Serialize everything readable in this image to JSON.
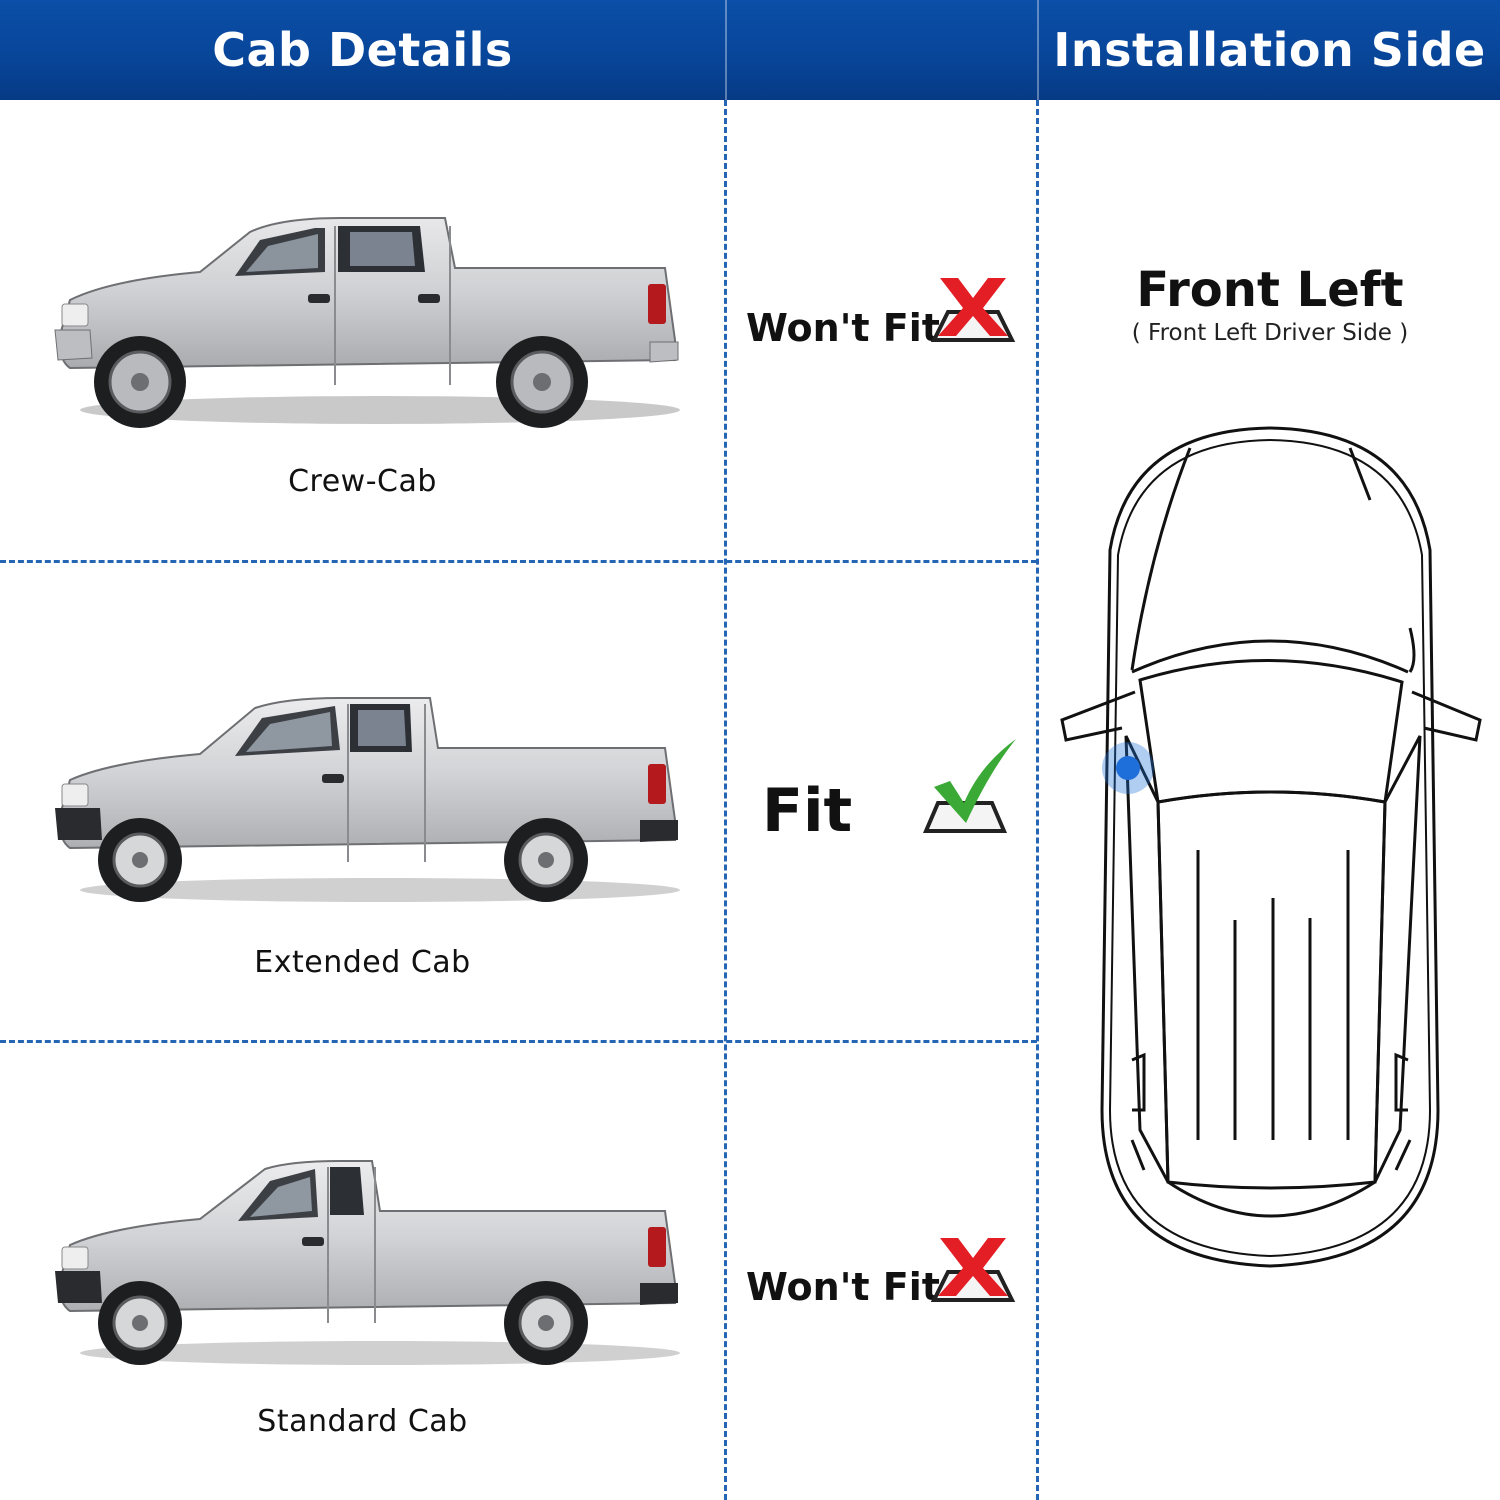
{
  "header": {
    "left_title": "Cab Details",
    "middle_title": "",
    "right_title": "Installation Side"
  },
  "rows": [
    {
      "cab": "Crew-Cab",
      "fit_label": "Won't Fit",
      "status": "wont-fit"
    },
    {
      "cab": "Extended Cab",
      "fit_label": "Fit",
      "status": "fit"
    },
    {
      "cab": "Standard Cab",
      "fit_label": "Won't Fit",
      "status": "wont-fit"
    }
  ],
  "installation": {
    "side": "Front Left",
    "detail": "( Front Left Driver Side )"
  },
  "colors": {
    "header_blue": "#08469a",
    "divider_blue": "#2466b3",
    "cross_red": "#e31e24",
    "check_green": "#3aa935",
    "marker_blue": "#1e6fd9"
  }
}
